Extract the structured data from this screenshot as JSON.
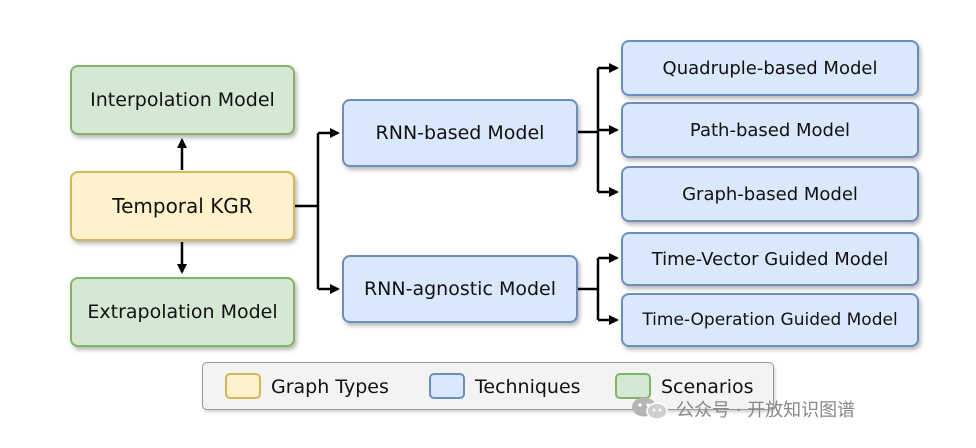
{
  "nodes": {
    "temporal_kgr": "Temporal KGR",
    "interpolation": "Interpolation Model",
    "extrapolation": "Extrapolation Model",
    "rnn_based": "RNN-based Model",
    "rnn_agnostic": "RNN-agnostic Model",
    "quadruple": "Quadruple-based Model",
    "path": "Path-based Model",
    "graph": "Graph-based Model",
    "time_vector": "Time-Vector Guided Model",
    "time_operation": "Time-Operation Guided Model"
  },
  "legend": {
    "graph_types": "Graph Types",
    "techniques": "Techniques",
    "scenarios": "Scenarios"
  },
  "colors": {
    "green_fill": "#d5e8d4",
    "green_border": "#82b366",
    "yellow_fill": "#fff2cc",
    "yellow_border": "#d6b656",
    "blue_fill": "#dae8fc",
    "blue_border": "#6c8ebf",
    "edge": "#000000"
  },
  "watermark": {
    "text": "公众号 · 开放知识图谱",
    "icon": "wechat-icon"
  }
}
